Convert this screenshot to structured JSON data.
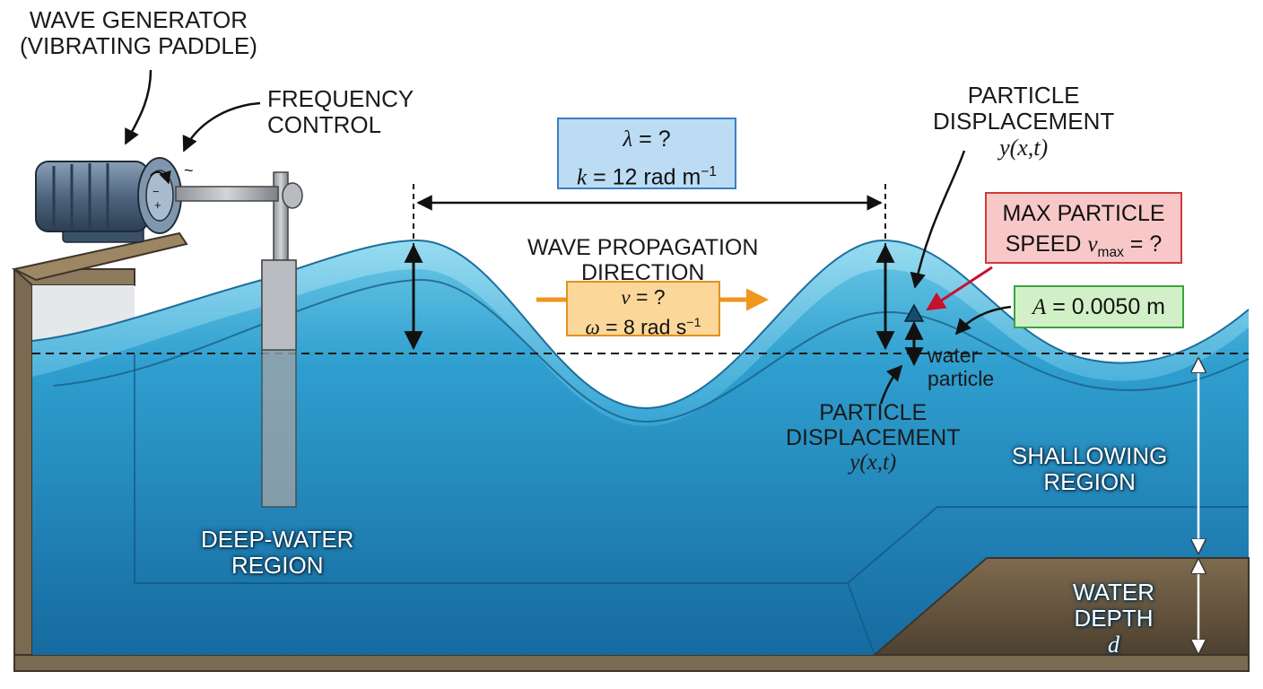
{
  "labels": {
    "wave_generator": [
      "WAVE GENERATOR",
      "(VIBRATING PADDLE)"
    ],
    "frequency_control": [
      "FREQUENCY",
      "CONTROL"
    ],
    "wavelength_box": {
      "line1_sym": "λ",
      "line1_rest": " = ?",
      "line2_sym": "k",
      "line2_rest": " = 12 rad m",
      "line2_exp": "−1"
    },
    "propagation": [
      "WAVE PROPAGATION",
      "DIRECTION"
    ],
    "velocity_box": {
      "line1_sym": "v",
      "line1_rest": " = ?",
      "line2_sym": "ω",
      "line2_rest": " = 8 rad s",
      "line2_exp": "−1"
    },
    "particle_displacement_top": [
      "PARTICLE",
      "DISPLACEMENT",
      "y(x,t)"
    ],
    "max_speed_box": {
      "line1": "MAX PARTICLE",
      "line2_pre": "SPEED ",
      "line2_sym": "v",
      "line2_sub": "max",
      "line2_post": " = ?"
    },
    "amplitude_box": {
      "sym": "A",
      "rest": " = 0.0050 m"
    },
    "water_particle": [
      "water",
      "particle"
    ],
    "particle_displacement_bottom": [
      "PARTICLE",
      "DISPLACEMENT",
      "y(x,t)"
    ],
    "shallowing": [
      "SHALLOWING",
      "REGION"
    ],
    "deep_water": [
      "DEEP-WATER",
      "REGION"
    ],
    "water_depth": {
      "line1": "WATER",
      "line2_pre": "DEPTH ",
      "line2_sym": "d"
    },
    "motor_minus": "−",
    "motor_plus": "+",
    "motor_tilde": "~"
  },
  "colors": {
    "water_light": "#5fc3e4",
    "water_mid": "#2b9bcb",
    "water_deep": "#1873a8",
    "tank_frame": "#7a6a52",
    "seabed": "#6b5a43",
    "wavelength_box_fill": "#bcdcf4",
    "wavelength_box_border": "#3a7fbf",
    "velocity_box_fill": "#fbd79a",
    "velocity_box_border": "#e0921e",
    "max_speed_box_fill": "#f8c8c8",
    "max_speed_box_border": "#d23a3a",
    "amplitude_box_fill": "#d2f0c8",
    "amplitude_box_border": "#3aa33a",
    "propagation_arrow": "#f0951e",
    "pointer_red": "#c8102e"
  }
}
